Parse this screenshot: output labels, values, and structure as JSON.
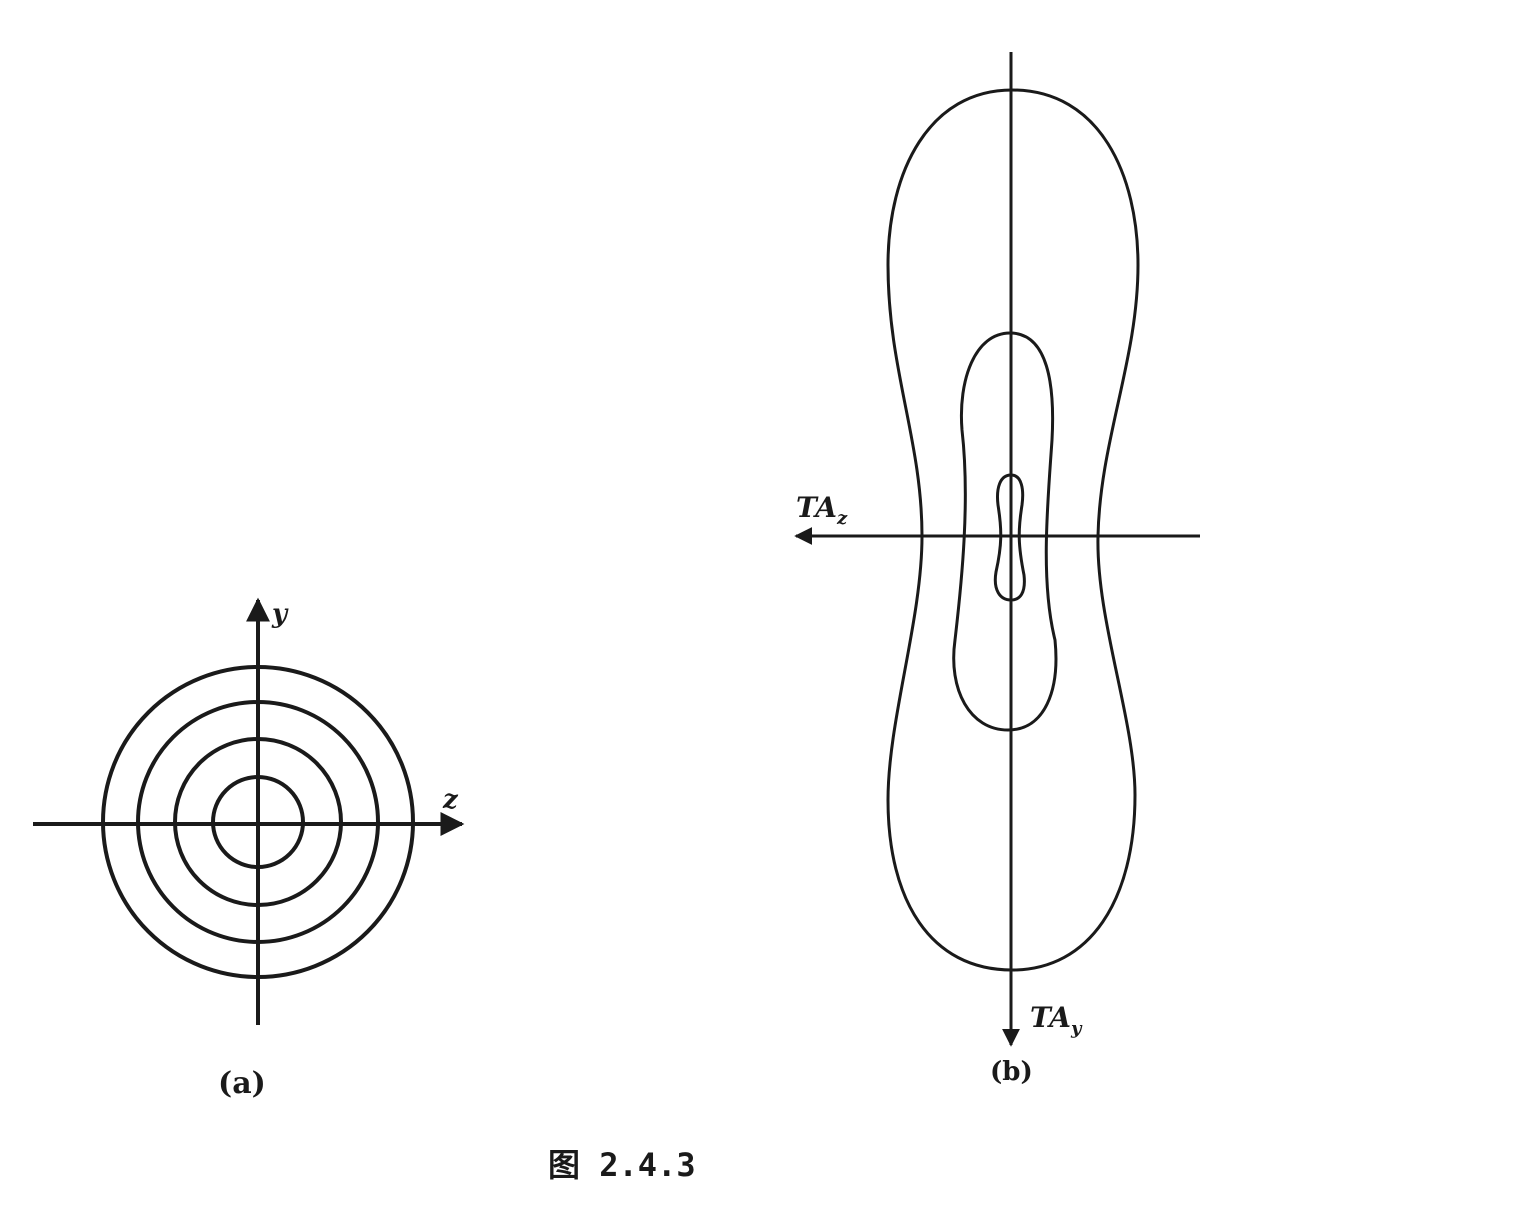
{
  "figure_caption": "图 2.4.3",
  "panel_a": {
    "label": "(a)",
    "axis_y": "y",
    "axis_x": "z"
  },
  "panel_b": {
    "label": "(b)",
    "axis_x_main": "TA",
    "axis_x_sub": "z",
    "axis_y_main": "TA",
    "axis_y_sub": "y"
  },
  "colors": {
    "ink": "#1a1a1a",
    "background": "#ffffff"
  }
}
